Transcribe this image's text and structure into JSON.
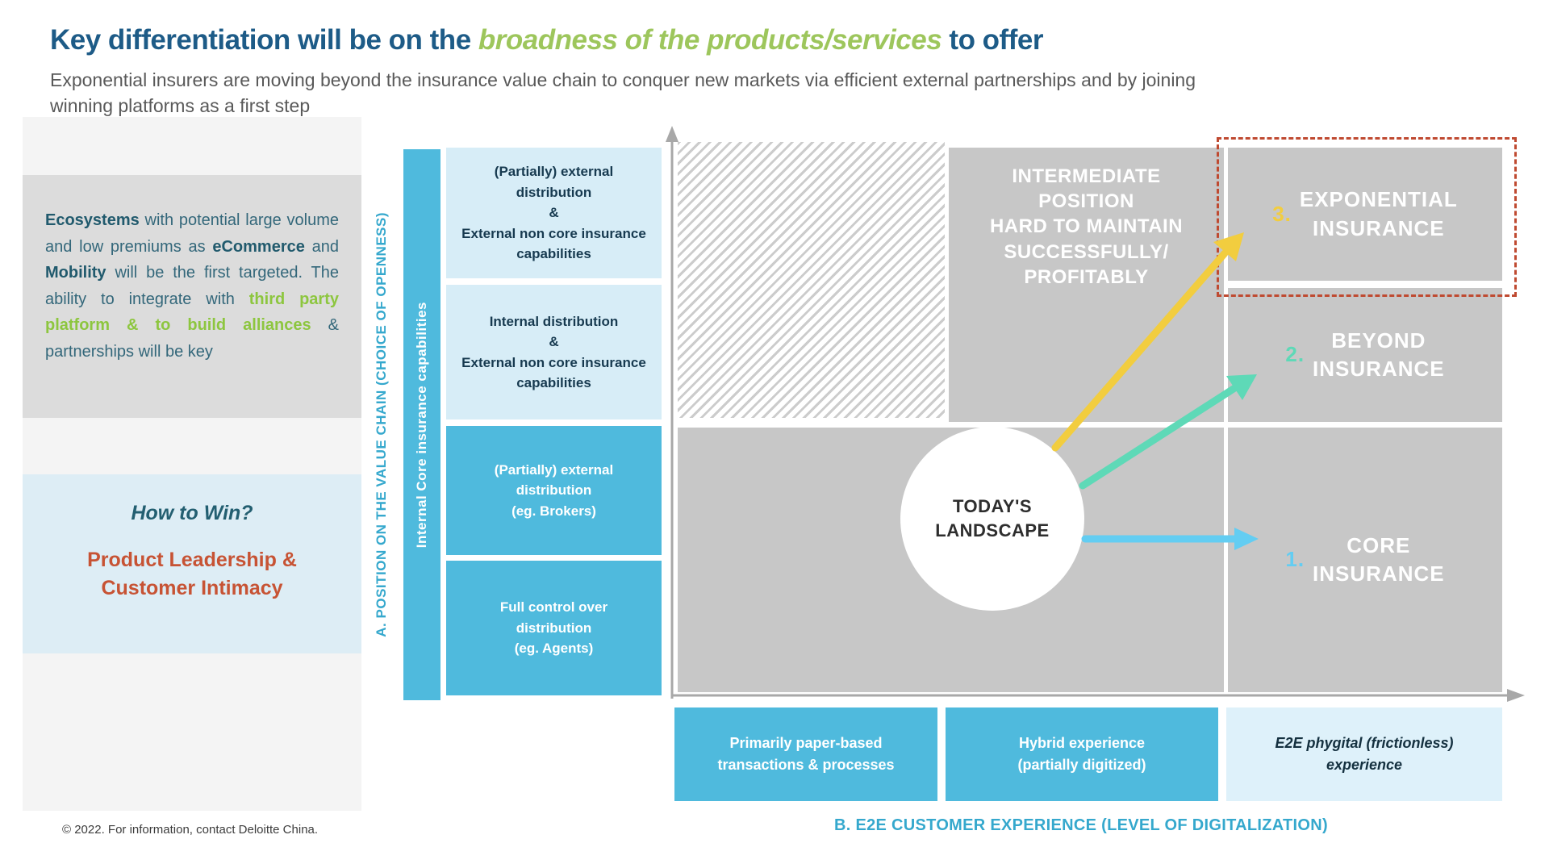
{
  "header": {
    "title_part1": "Key differentiation will be on the ",
    "title_highlight": "broadness of the products/services",
    "title_part2": " to offer",
    "subtitle": "Exponential insurers are moving beyond the insurance value chain to conquer new markets via efficient external partnerships and by joining winning platforms as a first step"
  },
  "left_panel": {
    "ecosystems": {
      "e1": "Ecosystems",
      "e2": " with potential large volume and low premiums as ",
      "e3": "eCommerce",
      "e4": " and ",
      "e5": "Mobility",
      "e6": " will be the first targeted. The ability to integrate with ",
      "e7": "third party platform & to build alliances",
      "e8": " & partnerships will be key"
    },
    "how_to_win": {
      "question": "How to Win?",
      "answer": "Product Leadership &\nCustomer Intimacy"
    }
  },
  "footer": {
    "copyright": "© 2022. For information, contact Deloitte China."
  },
  "diagram": {
    "axis_a": "A. POSITION ON THE VALUE CHAIN (CHOICE OF OPENNESS)",
    "axis_b": "B. E2E CUSTOMER EXPERIENCE (LEVEL OF DIGITALIZATION)",
    "value_bar_label": "Internal Core insurance capabilities",
    "openness_levels": [
      "(Partially) external\ndistribution\n&\nExternal non core insurance\ncapabilities",
      "Internal distribution\n&\nExternal non core insurance\ncapabilities",
      "(Partially) external\ndistribution\n(eg. Brokers)",
      "Full control over\ndistribution\n(eg. Agents)"
    ],
    "digitalization_levels": [
      "Primarily paper-based\ntransactions & processes",
      "Hybrid experience\n(partially digitized)",
      "E2E phygital (frictionless)\nexperience"
    ],
    "quadrants": {
      "intermediate": "INTERMEDIATE\nPOSITION\nHARD TO MAINTAIN\nSUCCESSFULLY/\nPROFITABLY",
      "exponential": {
        "number": "3.",
        "label": "EXPONENTIAL\nINSURANCE"
      },
      "beyond": {
        "number": "2.",
        "label": "BEYOND\nINSURANCE"
      },
      "core": {
        "number": "1.",
        "label": "CORE\nINSURANCE"
      }
    },
    "today": "TODAY'S\nLANDSCAPE"
  },
  "colors": {
    "title_navy": "#1d5b87",
    "title_green": "#9dc65c",
    "body_gray": "#595959",
    "panel_bg": "#f4f4f4",
    "callout_gray": "#dcdcdc",
    "teal_text": "#33677a",
    "green_accent": "#8dc63f",
    "howtowin_bg": "#ddedf5",
    "orange_accent": "#c75334",
    "medium_blue": "#4fbadd",
    "light_blue": "#d7edf7",
    "pale_blue": "#def1fa",
    "matrix_gray": "#c7c7c7",
    "axis_blue": "#35a8cd",
    "yellow_arrow": "#f2cd3f",
    "teal_arrow": "#5ed9b7",
    "cyan_arrow": "#63cdf2",
    "dashed_red": "#bf4a31",
    "axis_gray": "#a8a8a8"
  }
}
